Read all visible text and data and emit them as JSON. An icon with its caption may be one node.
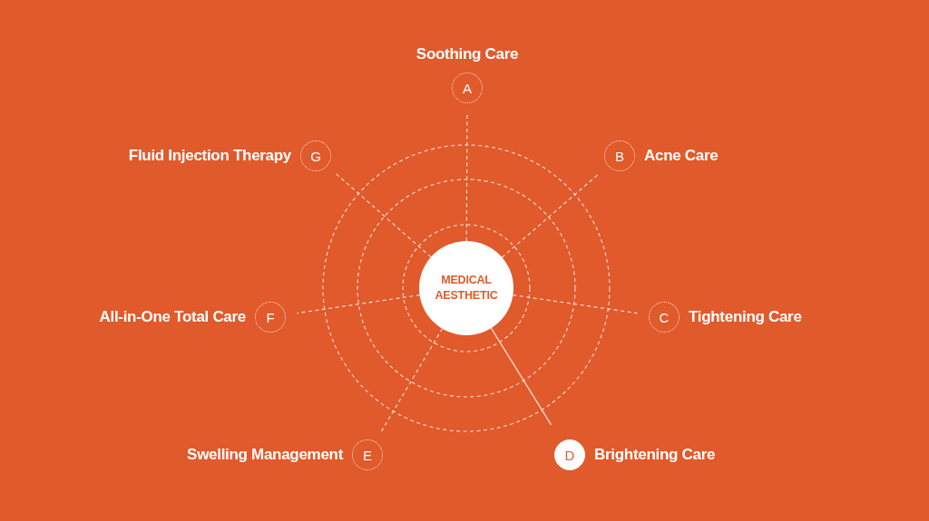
{
  "diagram": {
    "nodes": [
      {
        "text": [
          "MEDICAL AESTHETIC"
        ]
      },
      {
        "text": [
          "A"
        ],
        "beside": [
          "Soothing Care"
        ]
      },
      {
        "text": [
          "B"
        ],
        "beside": [
          "Acne Care"
        ]
      },
      {
        "text": [
          "C"
        ],
        "beside": [
          "Tightening Care"
        ]
      },
      {
        "text": [
          "D"
        ],
        "beside": [
          "Brightening Care"
        ]
      },
      {
        "text": [
          "E"
        ],
        "beside": [
          "Swelling Management"
        ]
      },
      {
        "text": [
          "F"
        ],
        "beside": [
          "All-in-One Total Care"
        ]
      },
      {
        "text": [
          "G"
        ],
        "beside": [
          "Fluid Injection Therapy"
        ]
      }
    ],
    "edges": [
      {
        "from": 0,
        "to": 1,
        "arrow": "none",
        "style": "dashed"
      },
      {
        "from": 0,
        "to": 2,
        "arrow": "none",
        "style": "dashed"
      },
      {
        "from": 0,
        "to": 3,
        "arrow": "none",
        "style": "dashed"
      },
      {
        "from": 0,
        "to": 4,
        "arrow": "none"
      },
      {
        "from": 0,
        "to": 5,
        "arrow": "none",
        "style": "dashed"
      },
      {
        "from": 0,
        "to": 6,
        "arrow": "none",
        "style": "dashed"
      },
      {
        "from": 0,
        "to": 7,
        "arrow": "none",
        "style": "dashed"
      }
    ]
  }
}
